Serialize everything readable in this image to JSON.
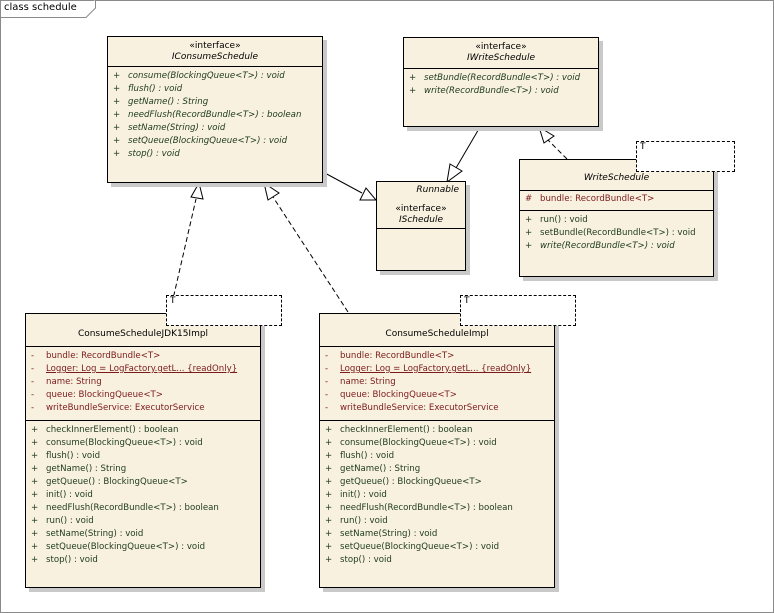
{
  "frame_title": "class schedule",
  "classes": {
    "iconsume": {
      "stereotype": "«interface»",
      "name": "IConsumeSchedule",
      "operations": [
        {
          "vis": "+",
          "text": "consume(BlockingQueue<T>) : void"
        },
        {
          "vis": "+",
          "text": "flush() : void"
        },
        {
          "vis": "+",
          "text": "getName() : String"
        },
        {
          "vis": "+",
          "text": "needFlush(RecordBundle<T>) : boolean"
        },
        {
          "vis": "+",
          "text": "setName(String) : void"
        },
        {
          "vis": "+",
          "text": "setQueue(BlockingQueue<T>) : void"
        },
        {
          "vis": "+",
          "text": "stop() : void"
        }
      ]
    },
    "iwrite": {
      "stereotype": "«interface»",
      "name": "IWriteSchedule",
      "operations": [
        {
          "vis": "+",
          "text": "setBundle(RecordBundle<T>) : void"
        },
        {
          "vis": "+",
          "text": "write(RecordBundle<T>) : void"
        }
      ]
    },
    "ischedule": {
      "super": "Runnable",
      "stereotype": "«interface»",
      "name": "ISchedule"
    },
    "write": {
      "template_param": "T",
      "name": "WriteSchedule",
      "attributes": [
        {
          "vis": "#",
          "text": "bundle:  RecordBundle<T>"
        }
      ],
      "operations": [
        {
          "vis": "+",
          "text": "run() : void",
          "italic": false
        },
        {
          "vis": "+",
          "text": "setBundle(RecordBundle<T>) : void",
          "italic": false
        },
        {
          "vis": "+",
          "text": "write(RecordBundle<T>) : void",
          "italic": true
        }
      ]
    },
    "jdk15": {
      "template_param": "T",
      "name": "ConsumeScheduleJDK15Impl",
      "attributes": [
        {
          "vis": "-",
          "text": "bundle:  RecordBundle<T>"
        },
        {
          "vis": "-",
          "text": "Logger:  Log = LogFactory.getL... {readOnly}",
          "static": true
        },
        {
          "vis": "-",
          "text": "name:  String"
        },
        {
          "vis": "-",
          "text": "queue:  BlockingQueue<T>"
        },
        {
          "vis": "-",
          "text": "writeBundleService:  ExecutorService"
        }
      ],
      "operations": [
        {
          "vis": "+",
          "text": "checkInnerElement() : boolean"
        },
        {
          "vis": "+",
          "text": "consume(BlockingQueue<T>) : void"
        },
        {
          "vis": "+",
          "text": "flush() : void"
        },
        {
          "vis": "+",
          "text": "getName() : String"
        },
        {
          "vis": "+",
          "text": "getQueue() : BlockingQueue<T>"
        },
        {
          "vis": "+",
          "text": "init() : void"
        },
        {
          "vis": "+",
          "text": "needFlush(RecordBundle<T>) : boolean"
        },
        {
          "vis": "+",
          "text": "run() : void"
        },
        {
          "vis": "+",
          "text": "setName(String) : void"
        },
        {
          "vis": "+",
          "text": "setQueue(BlockingQueue<T>) : void"
        },
        {
          "vis": "+",
          "text": "stop() : void"
        }
      ]
    },
    "impl": {
      "template_param": "T",
      "name": "ConsumeScheduleImpl",
      "attributes": [
        {
          "vis": "-",
          "text": "bundle:  RecordBundle<T>"
        },
        {
          "vis": "-",
          "text": "Logger:  Log = LogFactory.getL... {readOnly}",
          "static": true
        },
        {
          "vis": "-",
          "text": "name:  String"
        },
        {
          "vis": "-",
          "text": "queue:  BlockingQueue<T>"
        },
        {
          "vis": "-",
          "text": "writeBundleService:  ExecutorService"
        }
      ],
      "operations": [
        {
          "vis": "+",
          "text": "checkInnerElement() : boolean"
        },
        {
          "vis": "+",
          "text": "consume(BlockingQueue<T>) : void"
        },
        {
          "vis": "+",
          "text": "flush() : void"
        },
        {
          "vis": "+",
          "text": "getName() : String"
        },
        {
          "vis": "+",
          "text": "getQueue() : BlockingQueue<T>"
        },
        {
          "vis": "+",
          "text": "init() : void"
        },
        {
          "vis": "+",
          "text": "needFlush(RecordBundle<T>) : boolean"
        },
        {
          "vis": "+",
          "text": "run() : void"
        },
        {
          "vis": "+",
          "text": "setName(String) : void"
        },
        {
          "vis": "+",
          "text": "setQueue(BlockingQueue<T>) : void"
        },
        {
          "vis": "+",
          "text": "stop() : void"
        }
      ]
    }
  }
}
